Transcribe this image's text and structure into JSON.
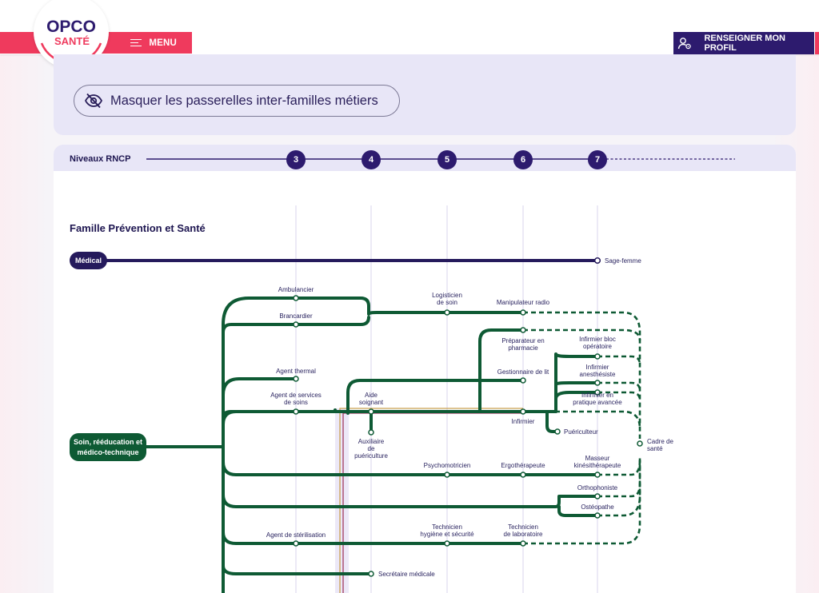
{
  "header": {
    "logo_top": "OPCO",
    "logo_bottom": "SANTÉ",
    "menu_label": "MENU",
    "profile_label": "RENSEIGNER MON PROFIL"
  },
  "toggle": {
    "label": "Masquer les passerelles inter-familles métiers"
  },
  "rncp": {
    "label": "Niveaux RNCP",
    "levels": [
      "3",
      "4",
      "5",
      "6",
      "7"
    ]
  },
  "family": {
    "title": "Famille Prévention et Santé",
    "groups": {
      "medical": "Médical",
      "soin_line1": "Soin, rééducation et",
      "soin_line2": "médico-technique"
    }
  },
  "jobs": {
    "sage_femme": "Sage-femme",
    "ambulancier": "Ambulancier",
    "brancardier": "Brancardier",
    "logisticien_1": "Logisticien",
    "logisticien_2": "de soin",
    "manipulateur": "Manipulateur radio",
    "preparateur_1": "Préparateur en",
    "preparateur_2": "pharmacie",
    "bloc_1": "Infirmier bloc",
    "bloc_2": "opératoire",
    "anesth_1": "Infirmier",
    "anesth_2": "anesthésiste",
    "agent_thermal": "Agent thermal",
    "gestionnaire": "Gestionnaire de lit",
    "ipa_1": "Infirmier en",
    "ipa_2": "pratique avancée",
    "ash_1": "Agent de services",
    "ash_2": "de soins",
    "aide_1": "Aide",
    "aide_2": "soignant",
    "infirmier": "Infirmier",
    "puericulteur": "Puériculteur",
    "cadre_1": "Cadre de",
    "cadre_2": "santé",
    "aux_1": "Auxiliaire",
    "aux_2": "de",
    "aux_3": "puériculture",
    "psychomot": "Psychomotricien",
    "ergo": "Ergothérapeute",
    "masseur_1": "Masseur",
    "masseur_2": "kinésithérapeute",
    "orthophoniste": "Orthophoniste",
    "osteopathe": "Ostéopathe",
    "sterilisation": "Agent de stérilisation",
    "tech_hyg_1": "Technicien",
    "tech_hyg_2": "hygiène et sécurité",
    "tech_lab_1": "Technicien",
    "tech_lab_2": "de laboratoire",
    "secretaire": "Secrétaire médicale"
  },
  "colors": {
    "primary": "#2d1b6e",
    "accent": "#ef3a5d",
    "soin_line": "#0e5a34",
    "medical_line": "#251a5c"
  }
}
